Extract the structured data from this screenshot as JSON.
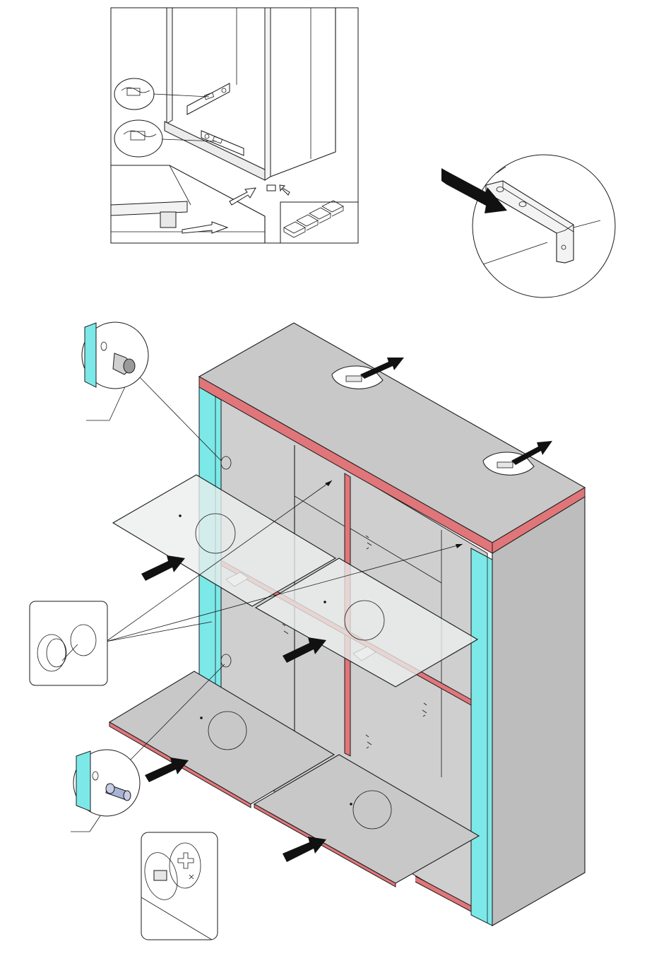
{
  "figure": {
    "kind": "furniture assembly instruction step",
    "colors": {
      "edge_band_red": "#e0767a",
      "edge_band_cyan": "#7de8e8",
      "panel_grey": "#c8c8c8",
      "line": "#1a1a1a",
      "arrow": "#111111"
    },
    "icons": [
      "cabinet-base-inset",
      "wall-bracket-detail",
      "cabinet-body",
      "glass-shelf",
      "wooden-shelf",
      "shelf-pin-detail",
      "cam-lock-detail",
      "dowel-detail",
      "cover-cap-detail",
      "insert-arrow"
    ]
  }
}
